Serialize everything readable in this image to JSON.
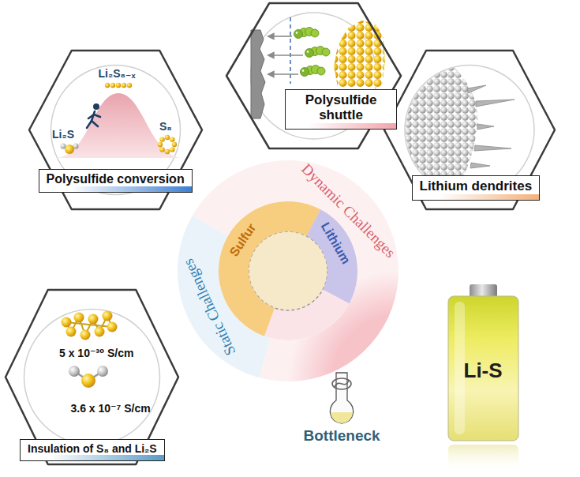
{
  "diagram": {
    "nodes": [
      {
        "text": [
          "Polysulfide shuttle"
        ]
      },
      {
        "text": [
          "Li₂S₈₋ₓ",
          "Li₂S",
          "S₈",
          "Polysulfide conversion"
        ]
      },
      {
        "text": [
          "Lithium dendrites"
        ]
      },
      {
        "text": [
          "Dynamic Challenges",
          "Static Challenges"
        ]
      },
      {
        "text": [
          "Sulfur"
        ],
        "in": 3
      },
      {
        "text": [
          "Lithium"
        ],
        "in": 3
      },
      {
        "text": [
          "5 x 10⁻³⁰ S/cm",
          "3.6 x 10⁻⁷ S/cm",
          "Insulation of S₈ and Li₂S"
        ]
      },
      {
        "text": [
          "Li-S"
        ]
      }
    ],
    "labels": [
      "Bottleneck"
    ]
  }
}
